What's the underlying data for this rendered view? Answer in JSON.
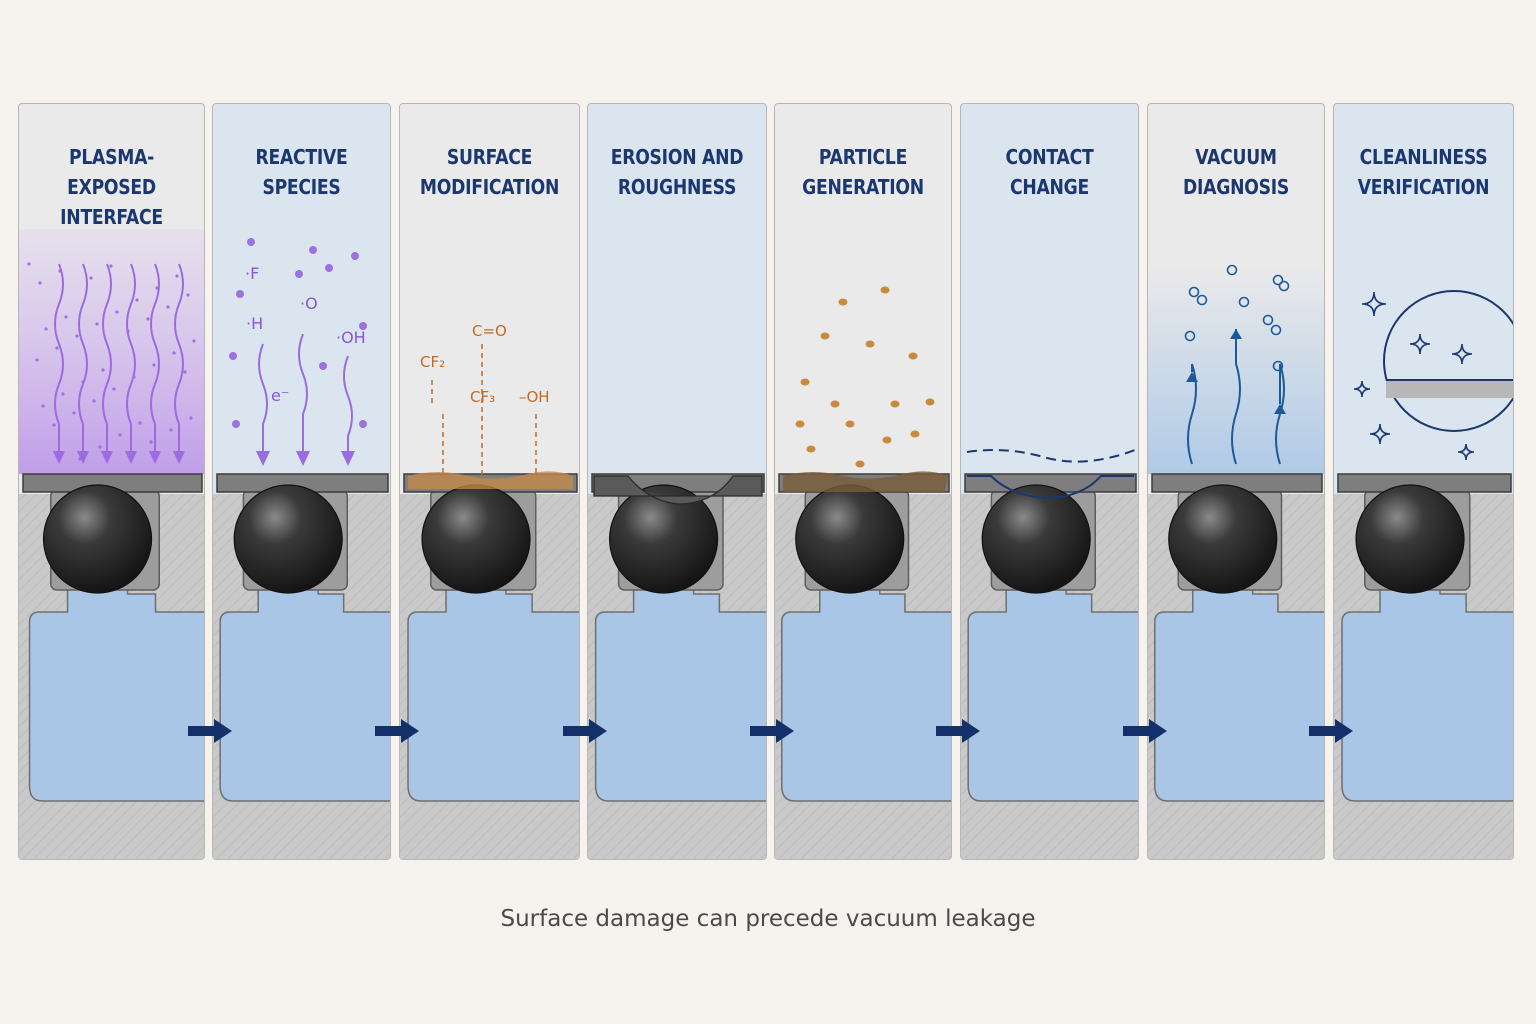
{
  "panels": [
    {
      "title": "PLASMA-EXPOSED\nINTERFACE",
      "annotations": []
    },
    {
      "title": "REACTIVE\nSPECIES",
      "annotations": [
        "·F",
        "·O",
        "·H",
        "·OH",
        "e⁻"
      ]
    },
    {
      "title": "SURFACE\nMODIFICATION",
      "annotations": [
        "C=O",
        "CF₂",
        "CF₃",
        "–OH"
      ]
    },
    {
      "title": "EROSION AND\nROUGHNESS",
      "annotations": []
    },
    {
      "title": "PARTICLE\nGENERATION",
      "annotations": []
    },
    {
      "title": "CONTACT\nCHANGE",
      "annotations": []
    },
    {
      "title": "VACUUM\nDIAGNOSIS",
      "annotations": []
    },
    {
      "title": "CLEANLINESS\nVERIFICATION",
      "annotations": []
    }
  ],
  "caption": "Surface damage can precede vacuum leakage",
  "colors": {
    "title": "#1b3770",
    "plasma": "#9b6be0",
    "residue": "#c46a20",
    "arrow": "#13306b",
    "chamber": "#a9c6e6",
    "metal": "#c9c9c9",
    "ball": "#2c2c2c"
  },
  "icons": [
    "right-arrow-icon",
    "sparkle-icon",
    "bubble-icon",
    "wavy-arrow-icon",
    "magnifier-icon"
  ]
}
